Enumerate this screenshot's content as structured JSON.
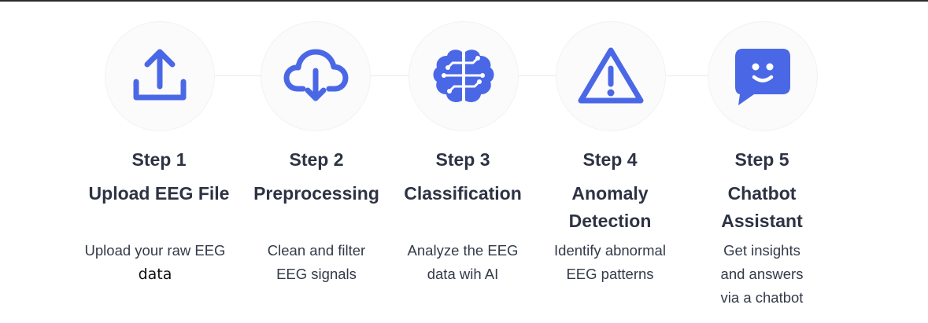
{
  "colors": {
    "accent": "#4a68e6"
  },
  "steps": [
    {
      "label": "Step 1",
      "title": "Upload EEG File",
      "desc": "Upload your raw EEG",
      "desc_suffix": "data",
      "icon": "upload-icon"
    },
    {
      "label": "Step 2",
      "title": "Preprocessing",
      "desc": "Clean and filter EEG signals",
      "icon": "cloud-download-icon"
    },
    {
      "label": "Step 3",
      "title": "Classification",
      "desc": "Analyze the EEG data wih AI",
      "icon": "brain-circuit-icon"
    },
    {
      "label": "Step 4",
      "title": "Anomaly Detection",
      "desc": "Identify abnormal EEG patterns",
      "icon": "warning-icon"
    },
    {
      "label": "Step 5",
      "title": "Chatbot Assistant",
      "desc": "Get insights and answers via a chatbot",
      "icon": "chatbot-icon"
    }
  ]
}
